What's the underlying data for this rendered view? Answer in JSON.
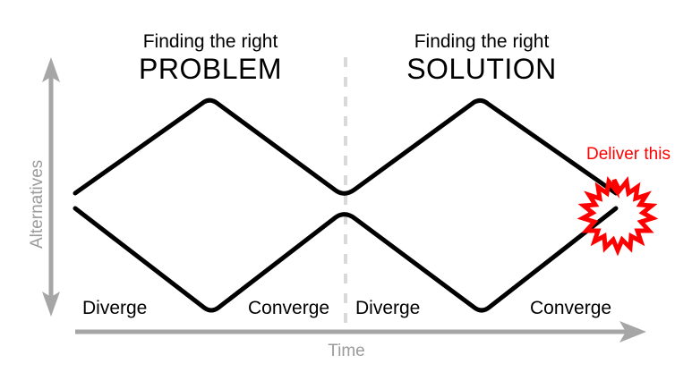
{
  "diagram": {
    "title_phase_1": {
      "sub": "Finding the right",
      "main": "PROBLEM"
    },
    "title_phase_2": {
      "sub": "Finding the right",
      "main": "SOLUTION"
    },
    "stages": [
      {
        "label": "Diverge"
      },
      {
        "label": "Converge"
      },
      {
        "label": "Diverge"
      },
      {
        "label": "Converge"
      }
    ],
    "axes": {
      "x_label": "Time",
      "y_label": "Alternatives"
    },
    "callout": {
      "label": "Deliver this"
    },
    "colors": {
      "stroke": "#000000",
      "axis": "#a6a6a6",
      "divider": "#d9d9d9",
      "callout": "#ff0000",
      "background": "#ffffff",
      "muted_text": "#9b9b9b"
    }
  }
}
